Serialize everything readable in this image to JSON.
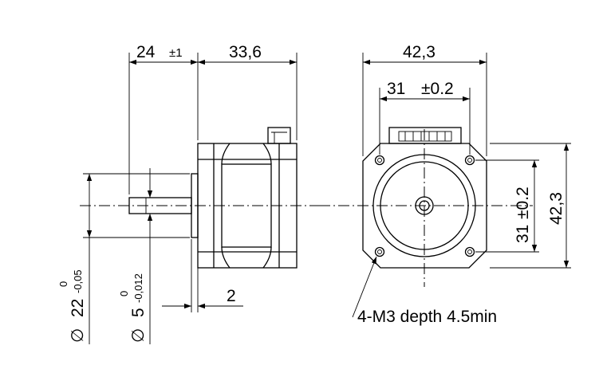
{
  "side_view": {
    "shaft_length": "24",
    "shaft_length_tol": "±1",
    "body_length": "33,6",
    "flange_thickness": "2",
    "boss_diameter_symbol": "∅",
    "boss_diameter": "22",
    "boss_diameter_tol_upper": "0",
    "boss_diameter_tol_lower": "-0,05",
    "shaft_diameter_symbol": "∅",
    "shaft_diameter": "5",
    "shaft_diameter_tol_upper": "0",
    "shaft_diameter_tol_lower": "-0,012"
  },
  "front_view": {
    "width": "42,3",
    "hole_spacing_h": "31",
    "hole_spacing_h_tol": "±0.2",
    "hole_spacing_v": "31",
    "hole_spacing_v_tol": "±0.2",
    "height": "42,3",
    "mount_note": "4-M3 depth 4.5min"
  }
}
